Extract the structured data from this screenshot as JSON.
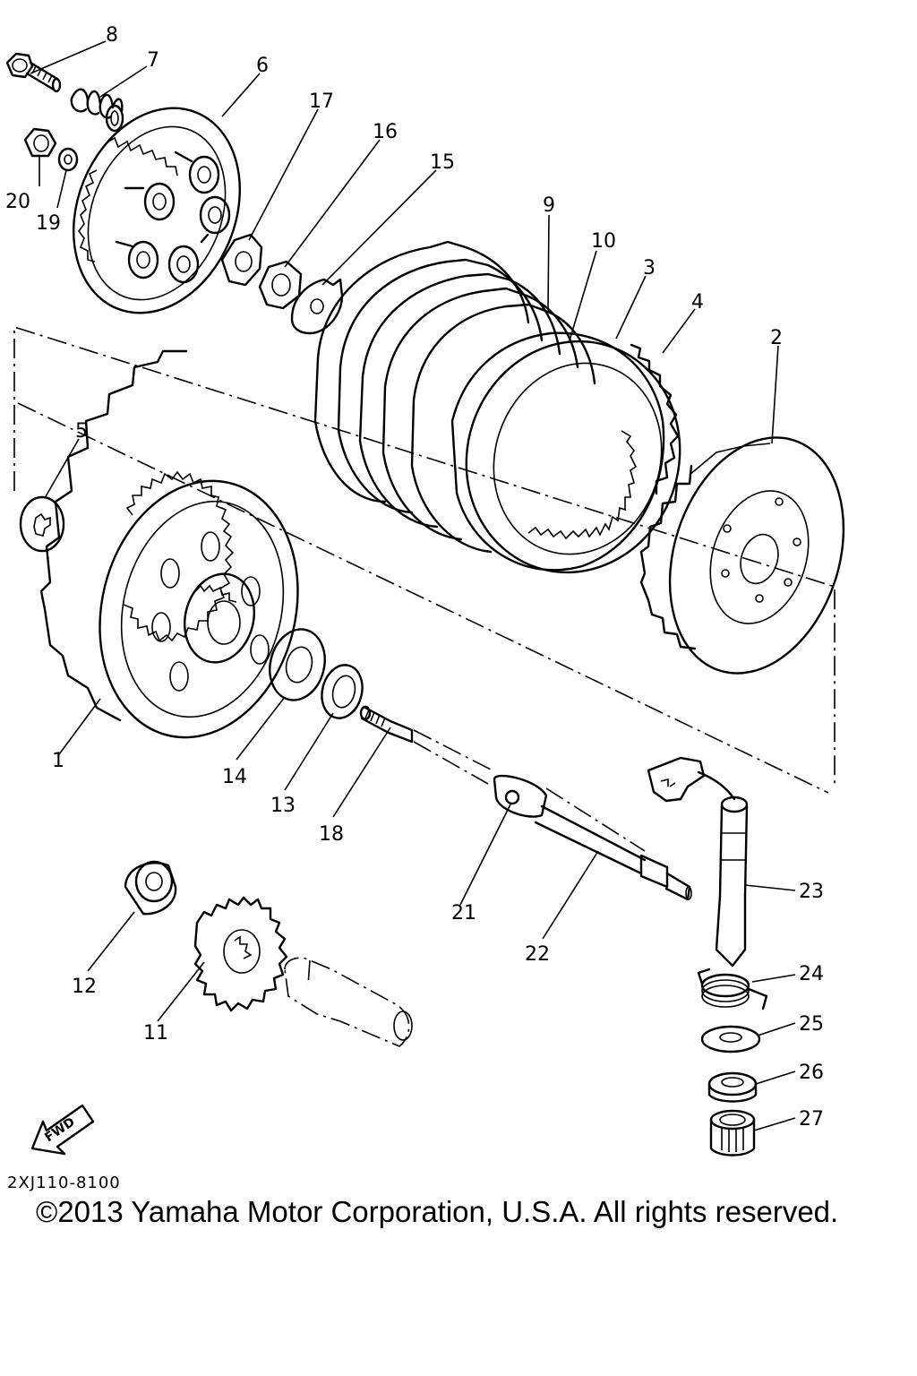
{
  "diagram": {
    "code": "2XJ110-8100",
    "copyright": "©2013 Yamaha Motor Corporation, U.S.A. All rights reserved.",
    "fwd_label": "FWD",
    "parts": [
      {
        "id": "p8",
        "number": "8"
      },
      {
        "id": "p7",
        "number": "7"
      },
      {
        "id": "p6",
        "number": "6"
      },
      {
        "id": "p17",
        "number": "17"
      },
      {
        "id": "p16",
        "number": "16"
      },
      {
        "id": "p15",
        "number": "15"
      },
      {
        "id": "p20",
        "number": "20"
      },
      {
        "id": "p19",
        "number": "19"
      },
      {
        "id": "p9",
        "number": "9"
      },
      {
        "id": "p10",
        "number": "10"
      },
      {
        "id": "p3",
        "number": "3"
      },
      {
        "id": "p4",
        "number": "4"
      },
      {
        "id": "p2",
        "number": "2"
      },
      {
        "id": "p5",
        "number": "5"
      },
      {
        "id": "p1",
        "number": "1"
      },
      {
        "id": "p14",
        "number": "14"
      },
      {
        "id": "p13",
        "number": "13"
      },
      {
        "id": "p18",
        "number": "18"
      },
      {
        "id": "p21",
        "number": "21"
      },
      {
        "id": "p22",
        "number": "22"
      },
      {
        "id": "p23",
        "number": "23"
      },
      {
        "id": "p24",
        "number": "24"
      },
      {
        "id": "p25",
        "number": "25"
      },
      {
        "id": "p26",
        "number": "26"
      },
      {
        "id": "p27",
        "number": "27"
      },
      {
        "id": "p12",
        "number": "12"
      },
      {
        "id": "p11",
        "number": "11"
      }
    ]
  }
}
